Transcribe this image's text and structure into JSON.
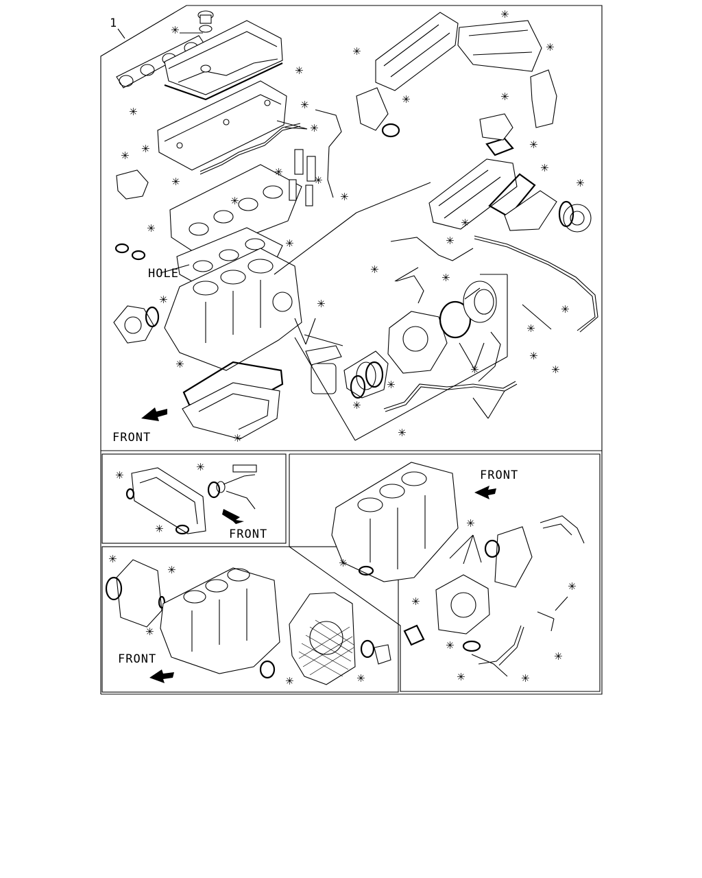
{
  "diagram": {
    "callout_number": "1",
    "star_marker": "✳",
    "labels": {
      "hole": "HOLE",
      "front_main": "FRONT",
      "front_inset_a": "FRONT",
      "front_inset_b": "FRONT",
      "front_inset_c": "FRONT"
    }
  }
}
